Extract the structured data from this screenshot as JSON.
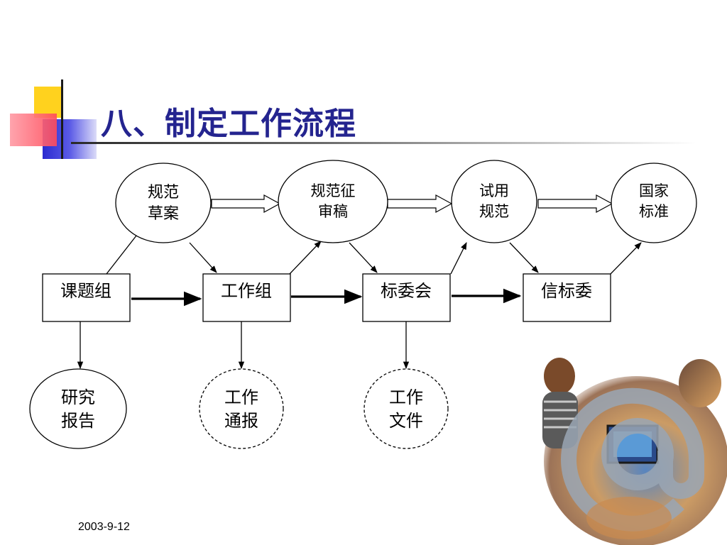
{
  "slide": {
    "title": "八、制定工作流程",
    "date": "2003-9-12"
  },
  "flow": {
    "boxes": [
      {
        "id": "keti",
        "label": "课题组"
      },
      {
        "id": "gongzuo",
        "label": "工作组"
      },
      {
        "id": "biaowei",
        "label": "标委会"
      },
      {
        "id": "xinbiao",
        "label": "信标委"
      }
    ],
    "top_stages": [
      {
        "id": "caoan",
        "lines": [
          "规范",
          "草案"
        ]
      },
      {
        "id": "zhenggao",
        "lines": [
          "规范征",
          "审稿"
        ]
      },
      {
        "id": "shiyong",
        "lines": [
          "试用",
          "规范"
        ]
      },
      {
        "id": "guojia",
        "lines": [
          "国家",
          "标准"
        ]
      }
    ],
    "outputs": [
      {
        "id": "yanjiu",
        "lines": [
          "研究",
          "报告"
        ],
        "style": "solid"
      },
      {
        "id": "tongbao",
        "lines": [
          "工作",
          "通报"
        ],
        "style": "dashed"
      },
      {
        "id": "wenjian",
        "lines": [
          "工作",
          "文件"
        ],
        "style": "dashed"
      }
    ]
  },
  "colors": {
    "title": "#24248f",
    "deco_yellow": "#ffd21e",
    "deco_red": "#ff5a6a",
    "deco_blue": "#3a3ad6"
  },
  "icons": {
    "photo": "at-sign-collage-icon"
  }
}
